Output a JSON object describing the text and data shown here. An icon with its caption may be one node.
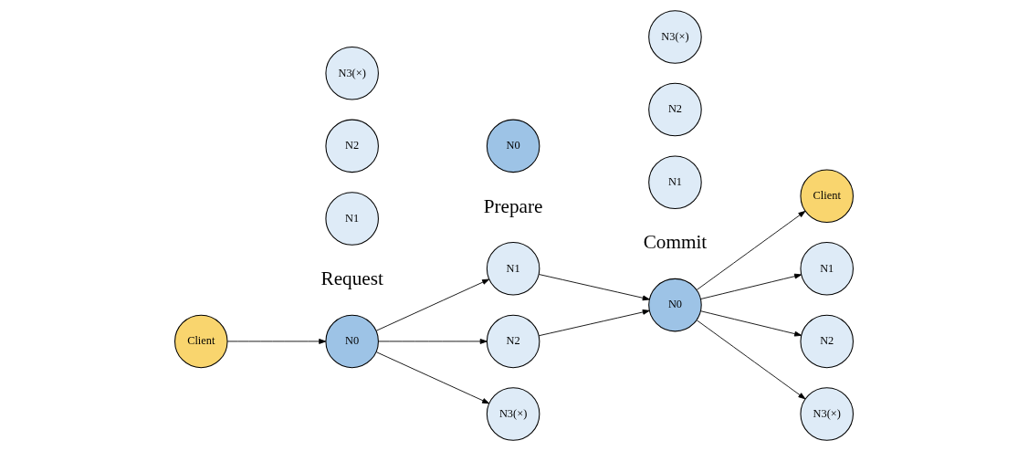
{
  "diagram": {
    "nodes": [
      {
        "text": [
          "Client"
        ]
      },
      {
        "text": [
          "N0"
        ]
      },
      {
        "text": [
          "N1"
        ]
      },
      {
        "text": [
          "N2"
        ]
      },
      {
        "text": [
          "N3(×)"
        ]
      },
      {
        "text": [
          "N0"
        ]
      },
      {
        "text": [
          "N1"
        ]
      },
      {
        "text": [
          "N2"
        ]
      },
      {
        "text": [
          "N3(×)"
        ]
      },
      {
        "text": [
          "N0"
        ]
      },
      {
        "text": [
          "N1"
        ]
      },
      {
        "text": [
          "N2"
        ]
      },
      {
        "text": [
          "N3(×)"
        ]
      },
      {
        "text": [
          "Client"
        ]
      },
      {
        "text": [
          "N1"
        ]
      },
      {
        "text": [
          "N2"
        ]
      },
      {
        "text": [
          "N3(×)"
        ]
      }
    ],
    "edges": [
      {
        "from": 0,
        "to": 1,
        "arrow": "to"
      },
      {
        "from": 1,
        "to": 6,
        "arrow": "to"
      },
      {
        "from": 1,
        "to": 7,
        "arrow": "to"
      },
      {
        "from": 1,
        "to": 8,
        "arrow": "to"
      },
      {
        "from": 6,
        "to": 9,
        "arrow": "to"
      },
      {
        "from": 7,
        "to": 9,
        "arrow": "to"
      },
      {
        "from": 9,
        "to": 13,
        "arrow": "to"
      },
      {
        "from": 9,
        "to": 14,
        "arrow": "to"
      },
      {
        "from": 9,
        "to": 15,
        "arrow": "to"
      },
      {
        "from": 9,
        "to": 16,
        "arrow": "to"
      }
    ],
    "labels": [
      "Request",
      "Prepare",
      "Commit"
    ]
  }
}
